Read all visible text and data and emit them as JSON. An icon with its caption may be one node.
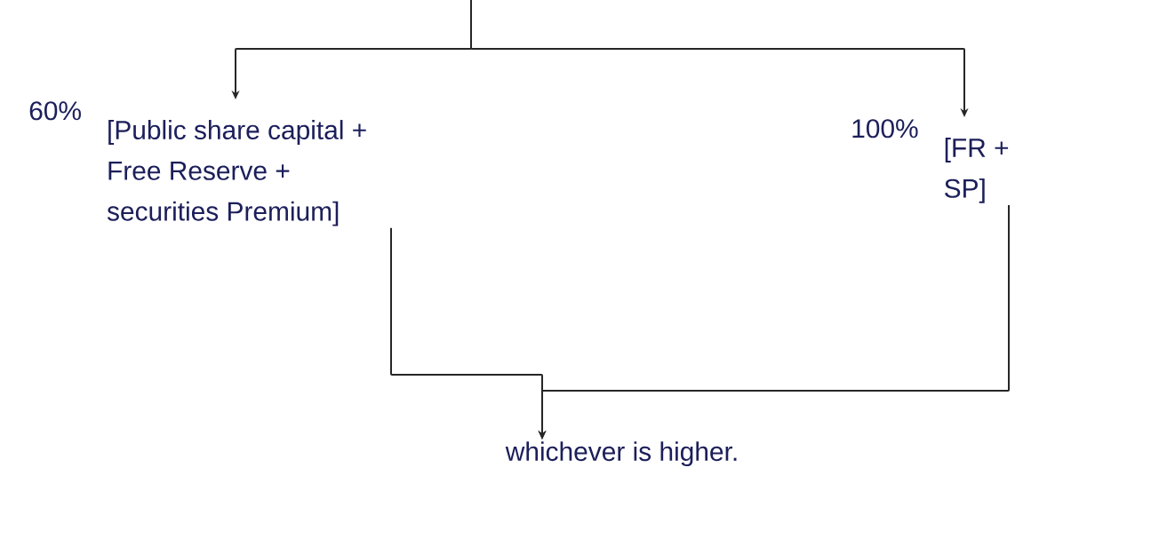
{
  "diagram": {
    "nodes": [
      {
        "text": [
          "60%",
          "[Public share capital + Free Reserve + securities Premium]"
        ]
      },
      {
        "text": [
          "100%",
          "[FR + SP]"
        ]
      },
      {
        "text": [
          "whichever is higher."
        ]
      }
    ],
    "edges": [
      {
        "from": null,
        "to": 0,
        "arrow": "to"
      },
      {
        "from": null,
        "to": 1,
        "arrow": "to"
      },
      {
        "from": 0,
        "to": 2,
        "arrow": "to"
      },
      {
        "from": 1,
        "to": 2,
        "arrow": "to"
      }
    ]
  }
}
